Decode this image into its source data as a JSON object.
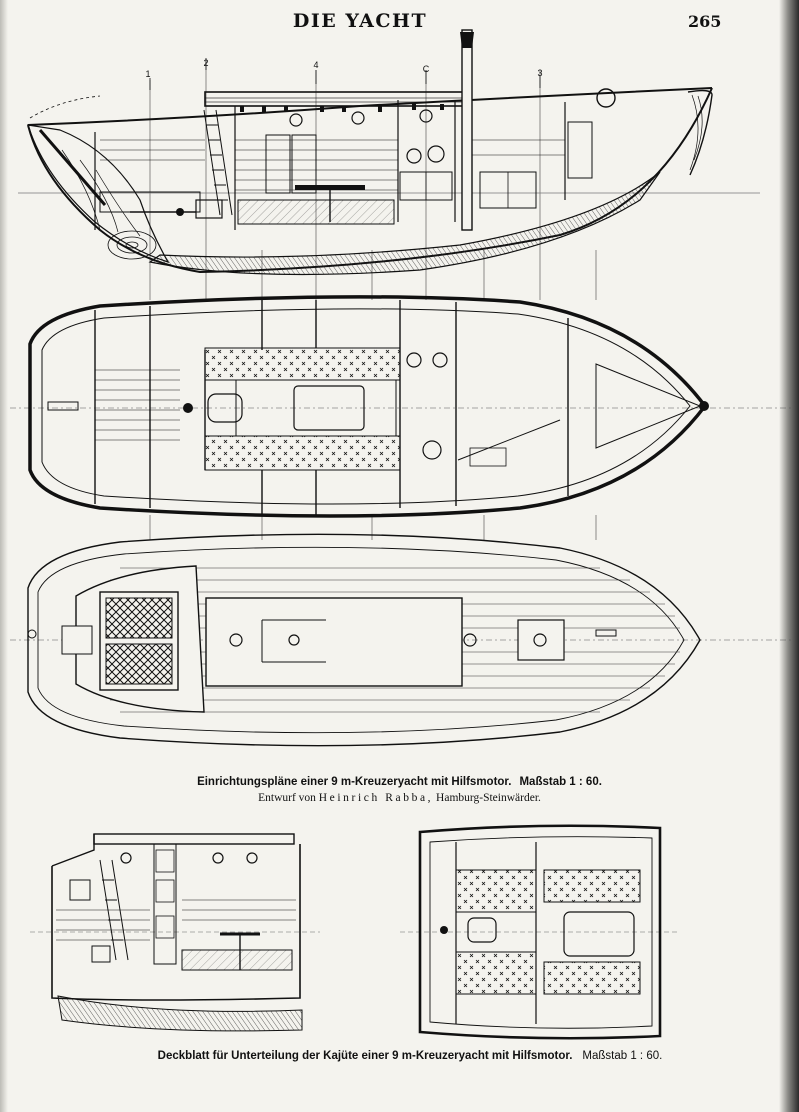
{
  "page": {
    "running_head": "DIE YACHT",
    "page_number": "265"
  },
  "profile_markers": [
    "1",
    "2",
    "4",
    "C",
    "3"
  ],
  "caption_main": {
    "text": "Einrichtungspläne einer 9 m-Kreuzeryacht mit Hilfsmotor.",
    "scale": "Maßstab 1 : 60."
  },
  "caption_credit": {
    "prefix": "Entwurf von",
    "designer": "Heinrich Rabba,",
    "place": "Hamburg-Steinwärder."
  },
  "caption_overlay": {
    "text": "Deckblatt für Unterteilung der Kajüte einer 9 m-Kreuzeryacht mit Hilfsmotor.",
    "scale": "Maßstab 1 : 60."
  },
  "colors": {
    "paper": "#f4f3ee",
    "ink": "#111111"
  }
}
